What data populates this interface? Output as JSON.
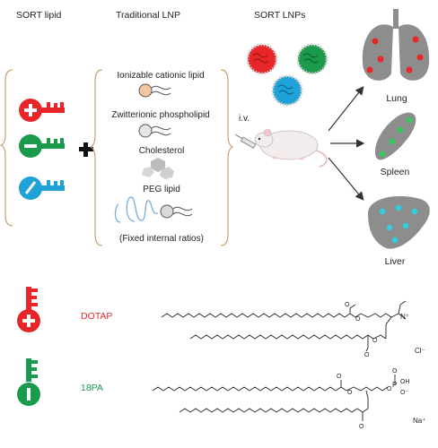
{
  "headers": {
    "sort_lipid": "SORT lipid",
    "traditional_lnp": "Traditional LNP",
    "sort_lnps": "SORT LNPs"
  },
  "components": {
    "ionizable": "Ionizable cationic lipid",
    "zwitterionic": "Zwitterionic phospholipid",
    "cholesterol": "Cholesterol",
    "peg": "PEG lipid",
    "fixed": "(Fixed internal ratios)"
  },
  "route": "i.v.",
  "organs": {
    "lung": "Lung",
    "spleen": "Spleen",
    "liver": "Liver"
  },
  "lipids": [
    {
      "name": "DOTAP",
      "color": "#e8262a",
      "counterion": "Cl⁻"
    },
    {
      "name": "18PA",
      "color": "#1a9a4a",
      "counterion": "Na⁺"
    }
  ],
  "colors": {
    "positive": "#e8262a",
    "negative": "#1a9a4a",
    "neutral": "#1fa2d8",
    "brace": "#c8a06e",
    "organ": "#8d8d8d"
  }
}
